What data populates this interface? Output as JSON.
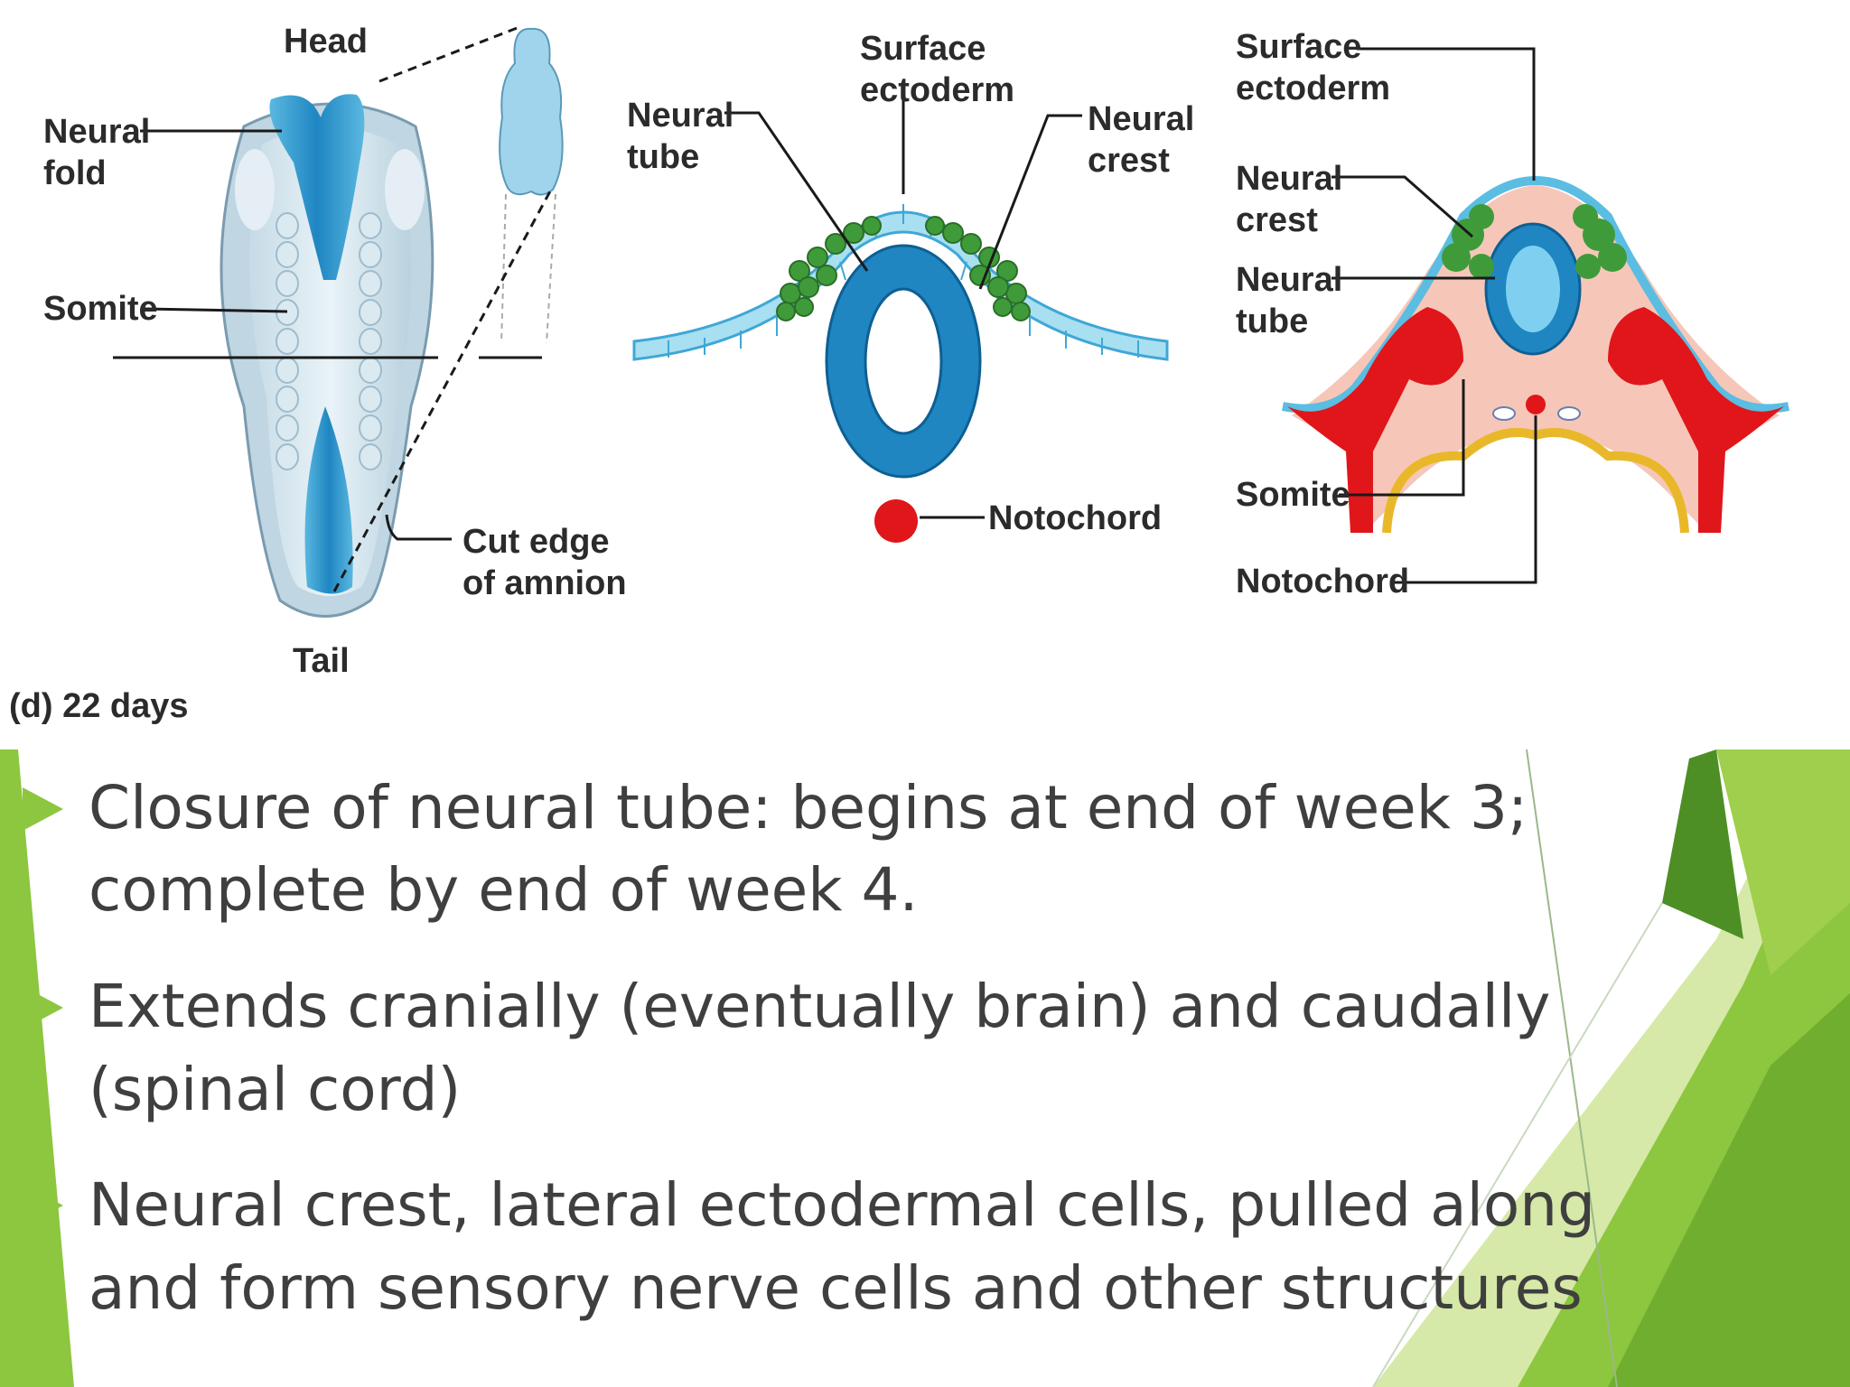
{
  "diagram": {
    "panel_d": {
      "head": "Head",
      "tail": "Tail",
      "neural_fold": [
        "Neural",
        "fold"
      ],
      "somite": "Somite",
      "cut_edge": [
        "Cut edge",
        "of amnion"
      ],
      "stage": "(d) 22 days"
    },
    "panel_mid": {
      "neural_tube": [
        "Neural",
        "tube"
      ],
      "surface_ectoderm": [
        "Surface",
        "ectoderm"
      ],
      "neural_crest": [
        "Neural",
        "crest"
      ],
      "notochord": "Notochord"
    },
    "panel_right": {
      "surface_ectoderm": [
        "Surface",
        "ectoderm"
      ],
      "neural_crest": [
        "Neural",
        "crest"
      ],
      "neural_tube": [
        "Neural",
        "tube"
      ],
      "somite": "Somite",
      "notochord": "Notochord"
    }
  },
  "bullets": [
    {
      "lines": [
        "Closure of neural tube: begins at end of week 3;",
        "complete by end of week 4."
      ]
    },
    {
      "lines": [
        "Extends cranially (eventually brain) and caudally",
        "(spinal cord)"
      ]
    },
    {
      "lines": [
        "Neural crest, lateral ectodermal cells, pulled along",
        "and form sensory nerve cells and other structures"
      ]
    }
  ],
  "colors": {
    "theme_green": "#8dc63f",
    "light_green": "#d6e9a8",
    "dark_green": "#4d8f24",
    "neural_blue": "#3fa7d6",
    "notochord_red": "#e0161b",
    "crest_green": "#3f9b3a"
  }
}
